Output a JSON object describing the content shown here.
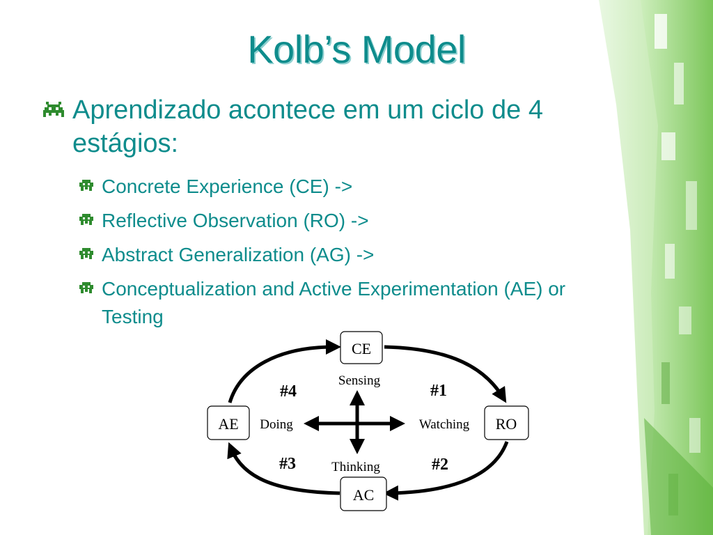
{
  "slide": {
    "title": "Kolb’s Model",
    "bullet_main": "Aprendizado acontece em um ciclo de 4 estágios:",
    "sub_bullets": [
      "Concrete Experience (CE) ->",
      "Reflective Observation (RO) ->",
      "Abstract Generalization (AG) ->",
      "Conceptualization and Active Experimentation (AE) or Testing"
    ],
    "colors": {
      "text": "#0e8c8c",
      "bullet": "#2e8b2e",
      "deco_green": "#8fd06a"
    }
  },
  "diagram": {
    "nodes": {
      "top": "CE",
      "right": "RO",
      "bottom": "AC",
      "left": "AE"
    },
    "axis_labels": {
      "top": "Sensing",
      "right": "Watching",
      "bottom": "Thinking",
      "left": "Doing"
    },
    "quadrants": {
      "top_right": "#1",
      "bottom_right": "#2",
      "bottom_left": "#3",
      "top_left": "#4"
    }
  }
}
